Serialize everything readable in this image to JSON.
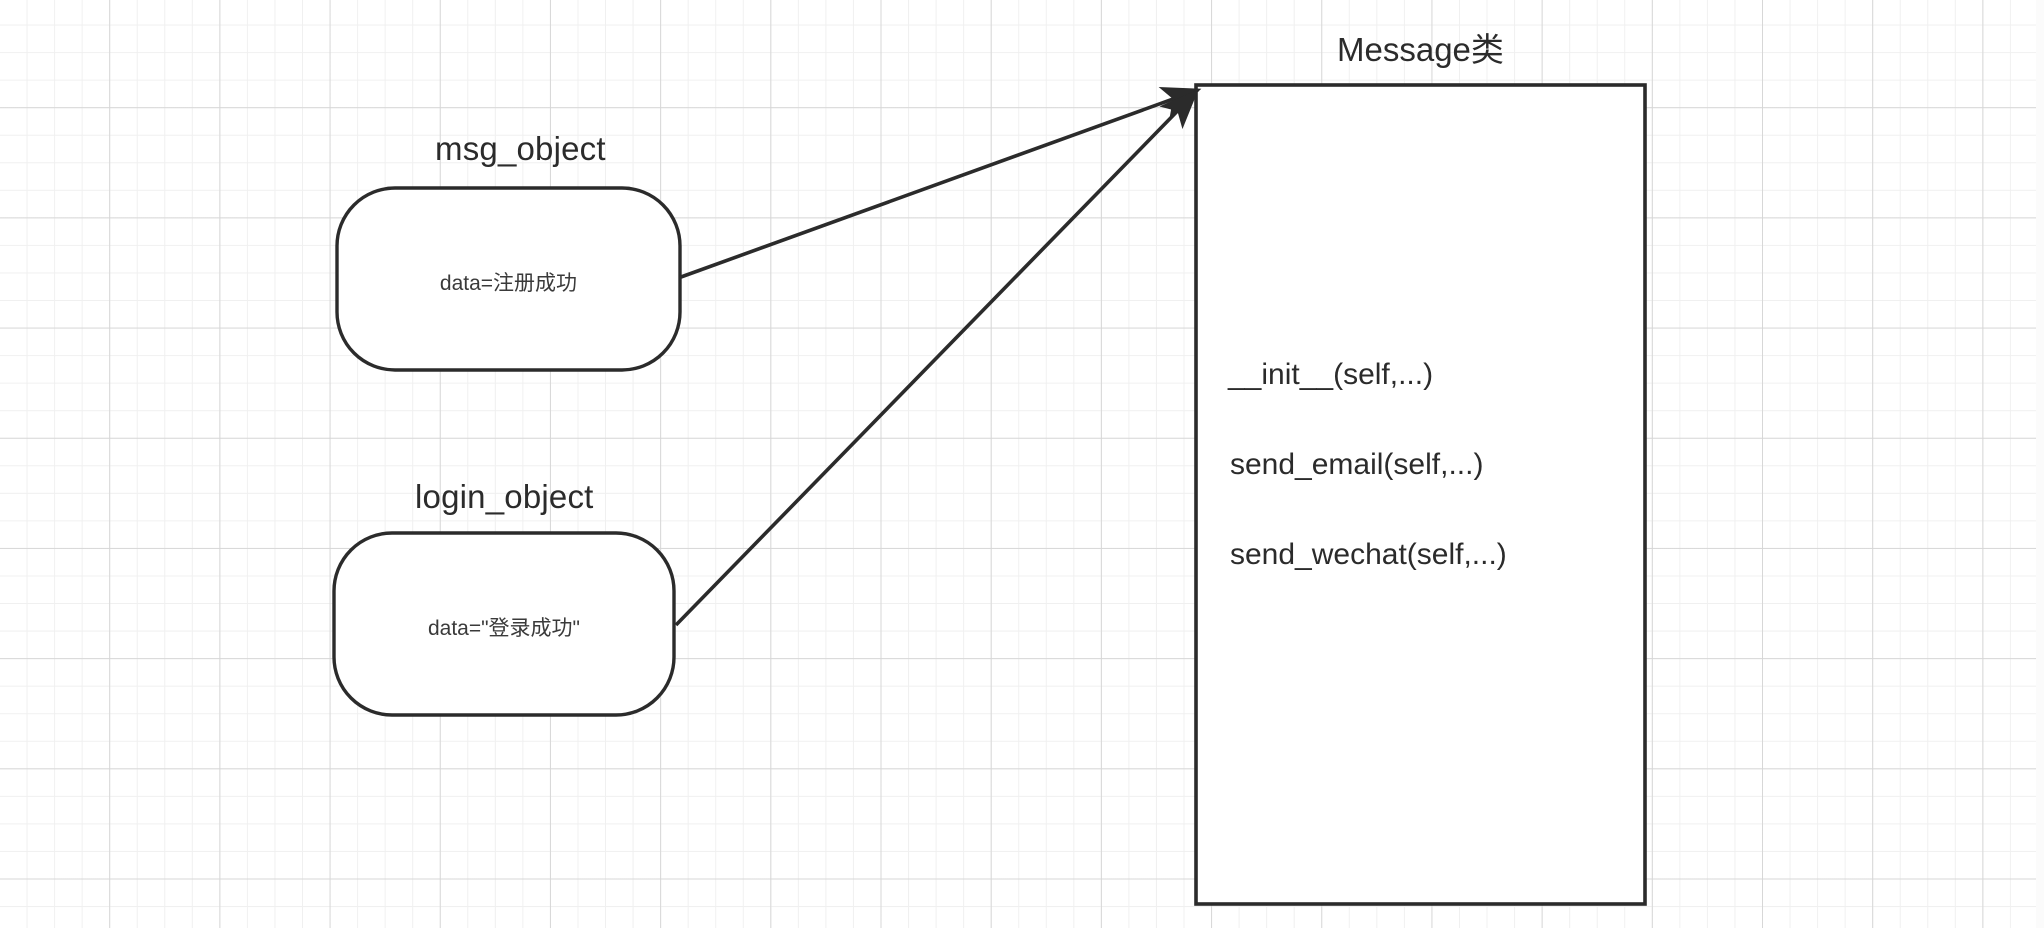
{
  "canvas": {
    "background": "#ffffff",
    "grid_minor_color": "#f0f0f0",
    "grid_major_color": "#d6d6d6",
    "stroke_color": "#2b2b2b"
  },
  "diagram": {
    "type": "object-to-class relationship diagram",
    "objects": [
      {
        "title": "msg_object",
        "inner_text": "data=注册成功"
      },
      {
        "title": "login_object",
        "inner_text": "data=\"登录成功\""
      }
    ],
    "class_box": {
      "title": "Message类",
      "methods": [
        "__init__(self,...)",
        "send_email(self,...)",
        "send_wechat(self,...)"
      ]
    },
    "arrows": [
      {
        "from": "msg_object",
        "to": "Message类",
        "head": "filled-triangle"
      },
      {
        "from": "login_object",
        "to": "Message类",
        "head": "filled-triangle"
      }
    ]
  }
}
